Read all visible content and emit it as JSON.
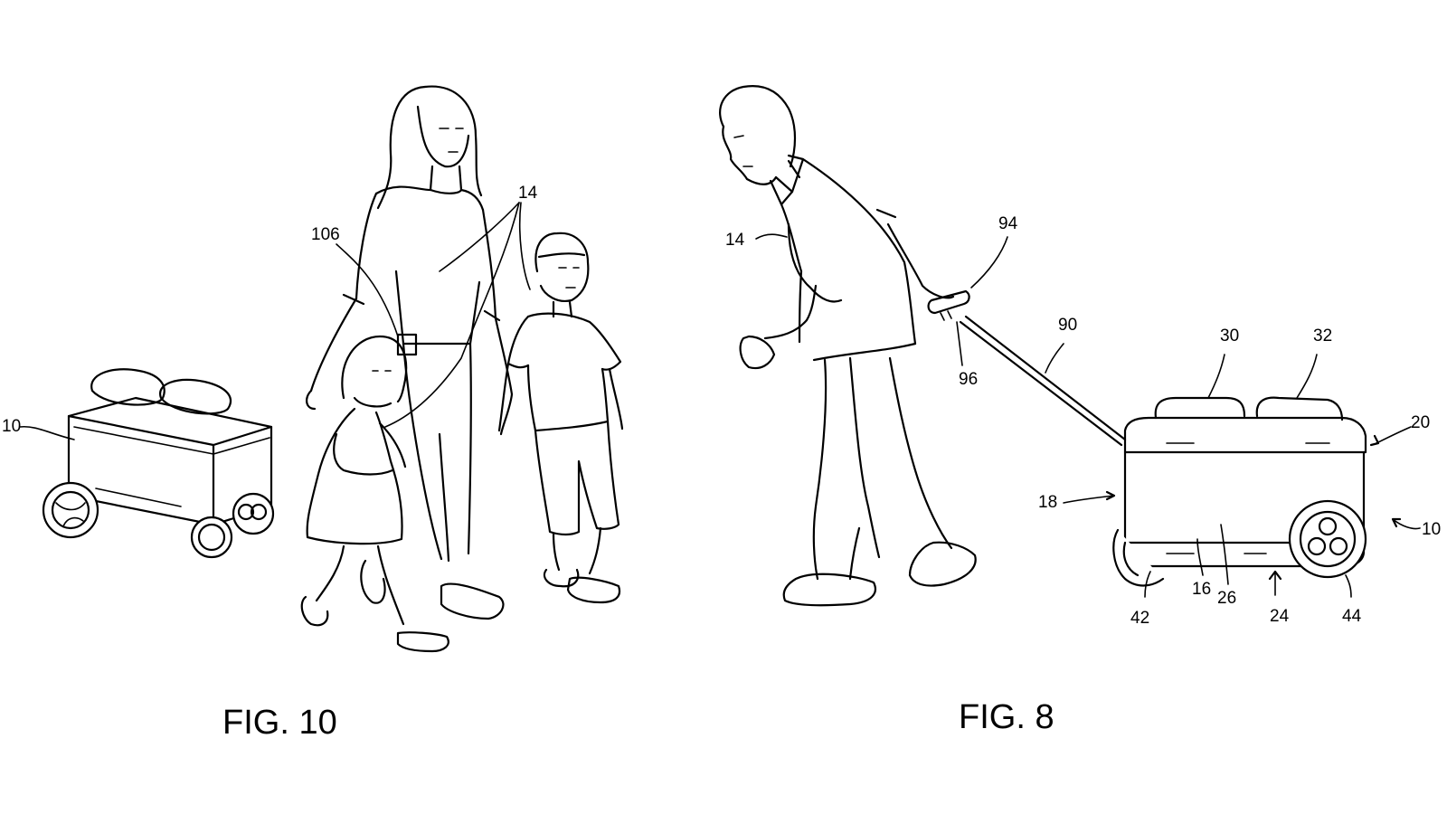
{
  "figures": {
    "fig10": {
      "caption": "FIG. 10"
    },
    "fig8": {
      "caption": "FIG. 8"
    }
  },
  "reference_numerals": {
    "fig10": {
      "cooler": "10",
      "user_group": "14",
      "tag": "106"
    },
    "fig8": {
      "user": "14",
      "handle": "94",
      "handle_button": "96",
      "tether": "90",
      "lid_left": "30",
      "lid_right": "32",
      "front_side": "20",
      "rear_side": "18",
      "cooler": "10",
      "base": "16",
      "body": "26",
      "bottom": "24",
      "wheel_left": "42",
      "wheel_right": "44"
    }
  }
}
